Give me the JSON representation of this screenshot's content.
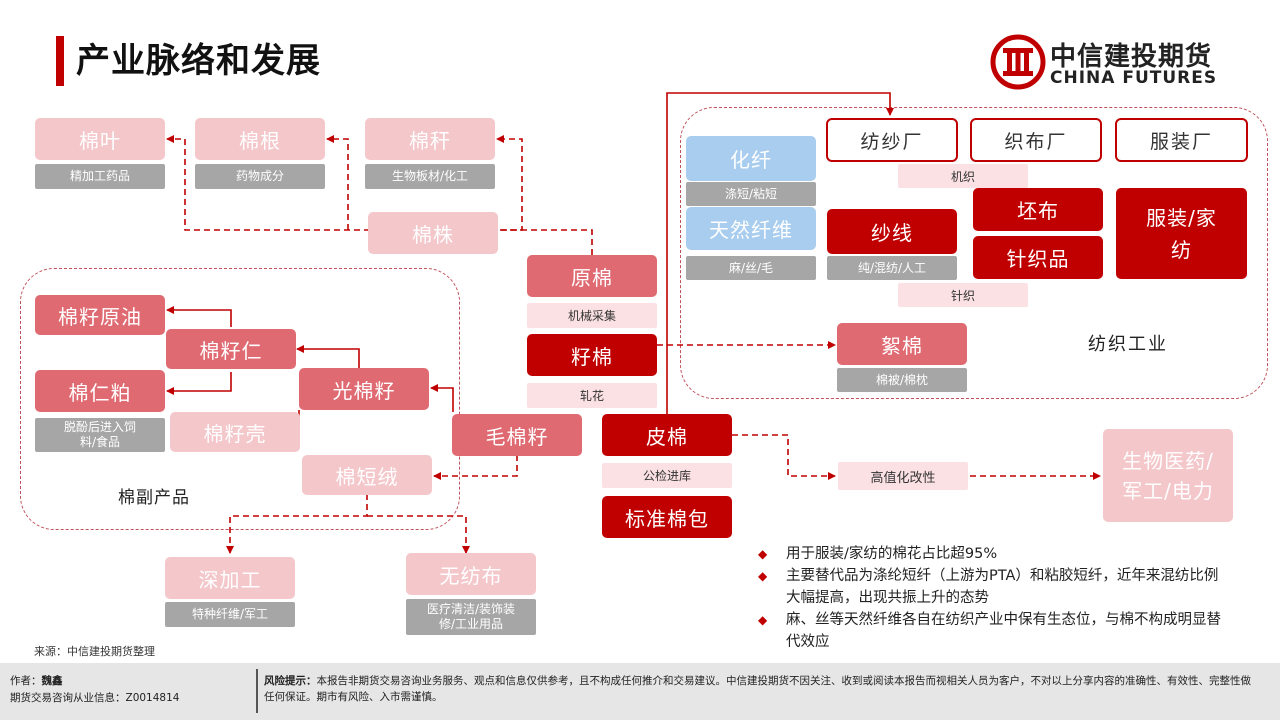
{
  "title": "产业脉络和发展",
  "logo": {
    "cn": "中信建投期货",
    "en": "CHINA FUTURES"
  },
  "regions": {
    "byproducts": "棉副产品",
    "textile": "纺织工业"
  },
  "nodes": {
    "mianye": "棉叶",
    "mianye_sub": "精加工药品",
    "miangen": "棉根",
    "miangen_sub": "药物成分",
    "miangan": "棉秆",
    "miangan_sub": "生物板材/化工",
    "mianzhu": "棉株",
    "yuanmian": "原棉",
    "yuanmian_sub": "机械采集",
    "zimian": "籽棉",
    "zimian_sub": "轧花",
    "pimian": "皮棉",
    "pimian_sub": "公检进库",
    "biaozhun": "标准棉包",
    "mianziyuanyou": "棉籽原油",
    "mianziren": "棉籽仁",
    "guangmianzi": "光棉籽",
    "mianrenbing": "棉仁粕",
    "mianrenbing_sub": "脱酚后进入饲料/食品",
    "mianziqiao": "棉籽壳",
    "maomianzi": "毛棉籽",
    "mianduanrong": "棉短绒",
    "shenjiagong": "深加工",
    "shenjiagong_sub": "特种纤维/军工",
    "wufangbu": "无纺布",
    "wufangbu_sub": "医疗清洁/装饰装修/工业用品",
    "gaozhihua": "高值化改性",
    "shengwu": "生物医药/军工/电力",
    "huaxian": "化纤",
    "huaxian_sub": "涤短/粘短",
    "tianran": "天然纤维",
    "tianran_sub": "麻/丝/毛",
    "fangshachang": "纺纱厂",
    "zhibuchang": "织布厂",
    "fuzhuangchang": "服装厂",
    "jizhi": "机织",
    "shaxian": "纱线",
    "shaxian_sub": "纯/混纺/人工",
    "pibu": "坯布",
    "zhenzhipin": "针织品",
    "zhenzhi": "针织",
    "fuzhuang": "服装/家纺",
    "xumian": "絮棉",
    "xumian_sub": "棉被/棉枕"
  },
  "bullets": [
    "用于服装/家纺的棉花占比超95%",
    "主要替代品为涤纶短纤（上游为PTA）和粘胶短纤，近年来混纺比例大幅提高，出现共振上升的态势",
    "麻、丝等天然纤维各自在纺织产业中保有生态位，与棉不构成明显替代效应"
  ],
  "source": "来源：中信建投期货整理",
  "footer": {
    "author_label": "作者：",
    "author": "魏鑫",
    "license": "期货交易咨询从业信息：Z0014814",
    "risk_label": "风险提示：",
    "risk_text": "本报告非期货交易咨询业务服务、观点和信息仅供参考，且不构成任何推介和交易建议。中信建投期货不因关注、收到或阅读本报告而视相关人员为客户，不对以上分享内容的准确性、有效性、完整性做任何保证。期市有风险、入市需谨慎。"
  },
  "colors": {
    "dark_red": "#c00000",
    "mid_red": "#e06a72",
    "pale_pink": "#f4c7cb",
    "blue": "#a9cdee",
    "gray": "#a6a6a6"
  }
}
